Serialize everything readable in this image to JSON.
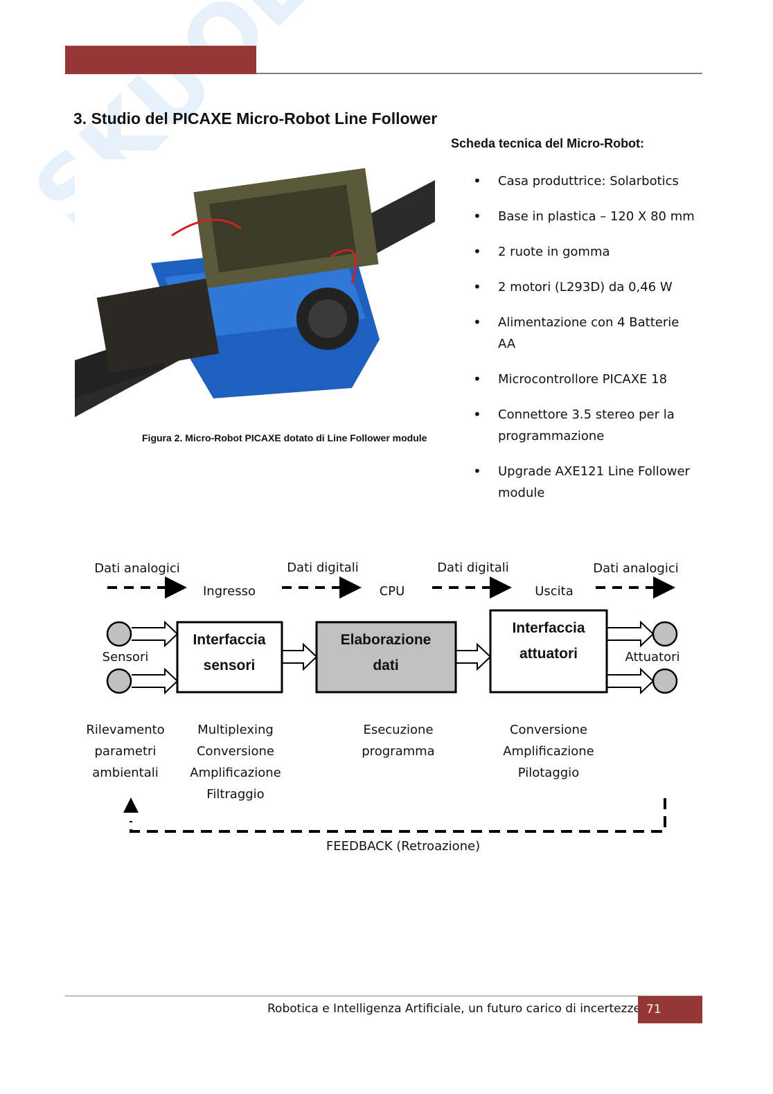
{
  "watermark": "SKUOLA.net",
  "header": {
    "accent_color": "#953735"
  },
  "section_title": "3. Studio del PICAXE Micro-Robot Line Follower",
  "figure": {
    "caption": "Figura 2. Micro-Robot PICAXE dotato di Line Follower module"
  },
  "specs": {
    "title": "Scheda tecnica del Micro-Robot:",
    "items": [
      "Casa produttrice: Solarbotics",
      "Base in plastica – 120 X 80 mm",
      "2 ruote in gomma",
      "2 motori (L293D) da 0,46 W",
      "Alimentazione con 4 Batterie AA",
      "Microcontrollore PICAXE 18",
      "Connettore 3.5 stereo per la programmazione",
      "Upgrade AXE121 Line Follower module"
    ]
  },
  "diagram": {
    "signals": [
      "Dati analogici",
      "Dati digitali",
      "Dati digitali",
      "Dati analogici"
    ],
    "stages": [
      "Ingresso",
      "CPU",
      "Uscita"
    ],
    "sensors_label": "Sensori",
    "actuators_label": "Attuatori",
    "blocks": [
      {
        "line1": "Interfaccia",
        "line2": "sensori"
      },
      {
        "line1": "Elaborazione",
        "line2": "dati"
      },
      {
        "line1": "Interfaccia",
        "line2": "attuatori"
      }
    ],
    "descriptions": [
      [
        "Rilevamento",
        "parametri",
        "ambientali"
      ],
      [
        "Multiplexing",
        "Conversione",
        "Amplificazione",
        "Filtraggio"
      ],
      [
        "Esecuzione",
        "programma"
      ],
      [
        "Conversione",
        "Amplificazione",
        "Pilotaggio"
      ]
    ],
    "feedback": "FEEDBACK (Retroazione)"
  },
  "footer": {
    "text": "Robotica e Intelligenza Artificiale, un futuro carico di incertezze",
    "page": "71"
  }
}
